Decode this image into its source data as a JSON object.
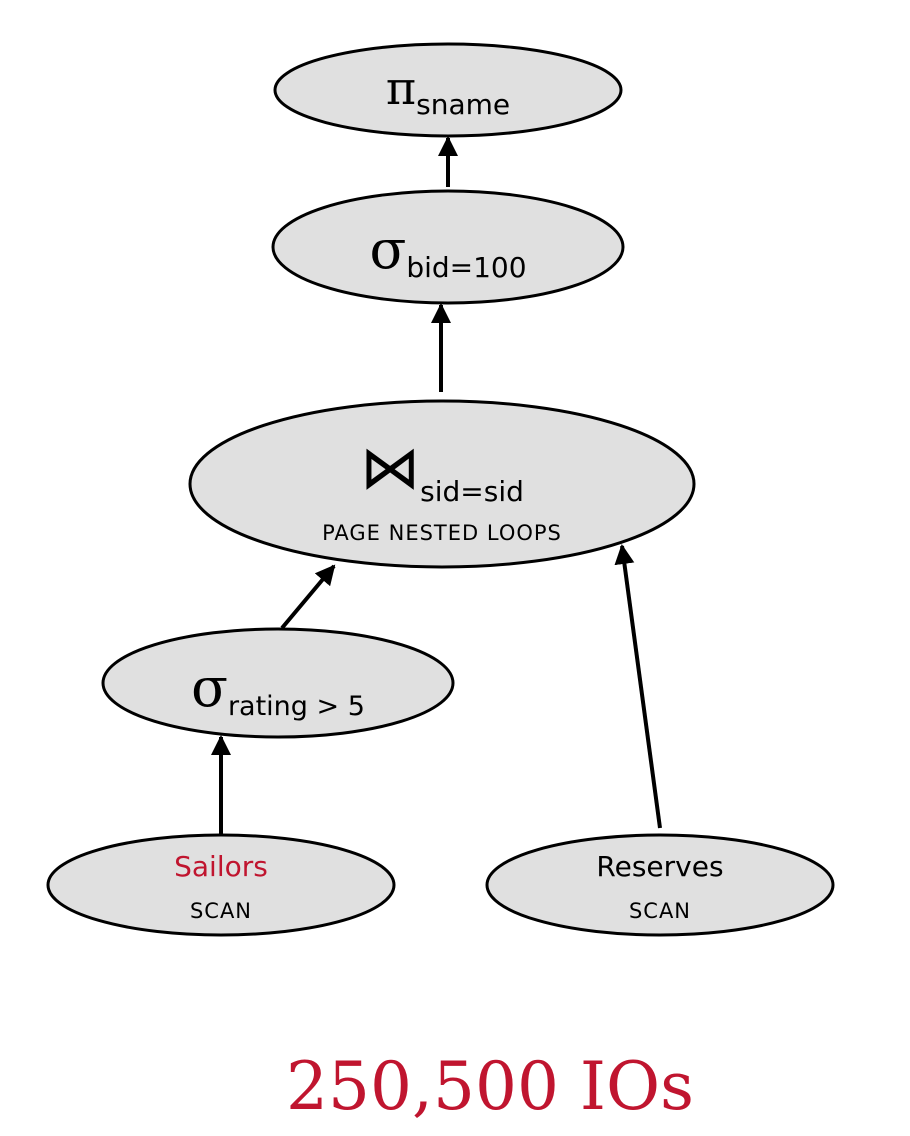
{
  "nodes": {
    "project": {
      "symbol": "π",
      "subscript": "sname"
    },
    "select_bid": {
      "symbol": "σ",
      "subscript": "bid=100"
    },
    "join": {
      "symbol": "⋈",
      "subscript": "sid=sid",
      "method": "PAGE NESTED LOOPS"
    },
    "select_rating": {
      "symbol": "σ",
      "subscript": "rating > 5"
    },
    "sailors": {
      "name": "Sailors",
      "access": "SCAN"
    },
    "reserves": {
      "name": "Reserves",
      "access": "SCAN"
    }
  },
  "cost_label": "250,500 IOs",
  "colors": {
    "node_fill": "#e0e0e0",
    "highlight_red": "#c0152f",
    "outline": "#000000"
  }
}
